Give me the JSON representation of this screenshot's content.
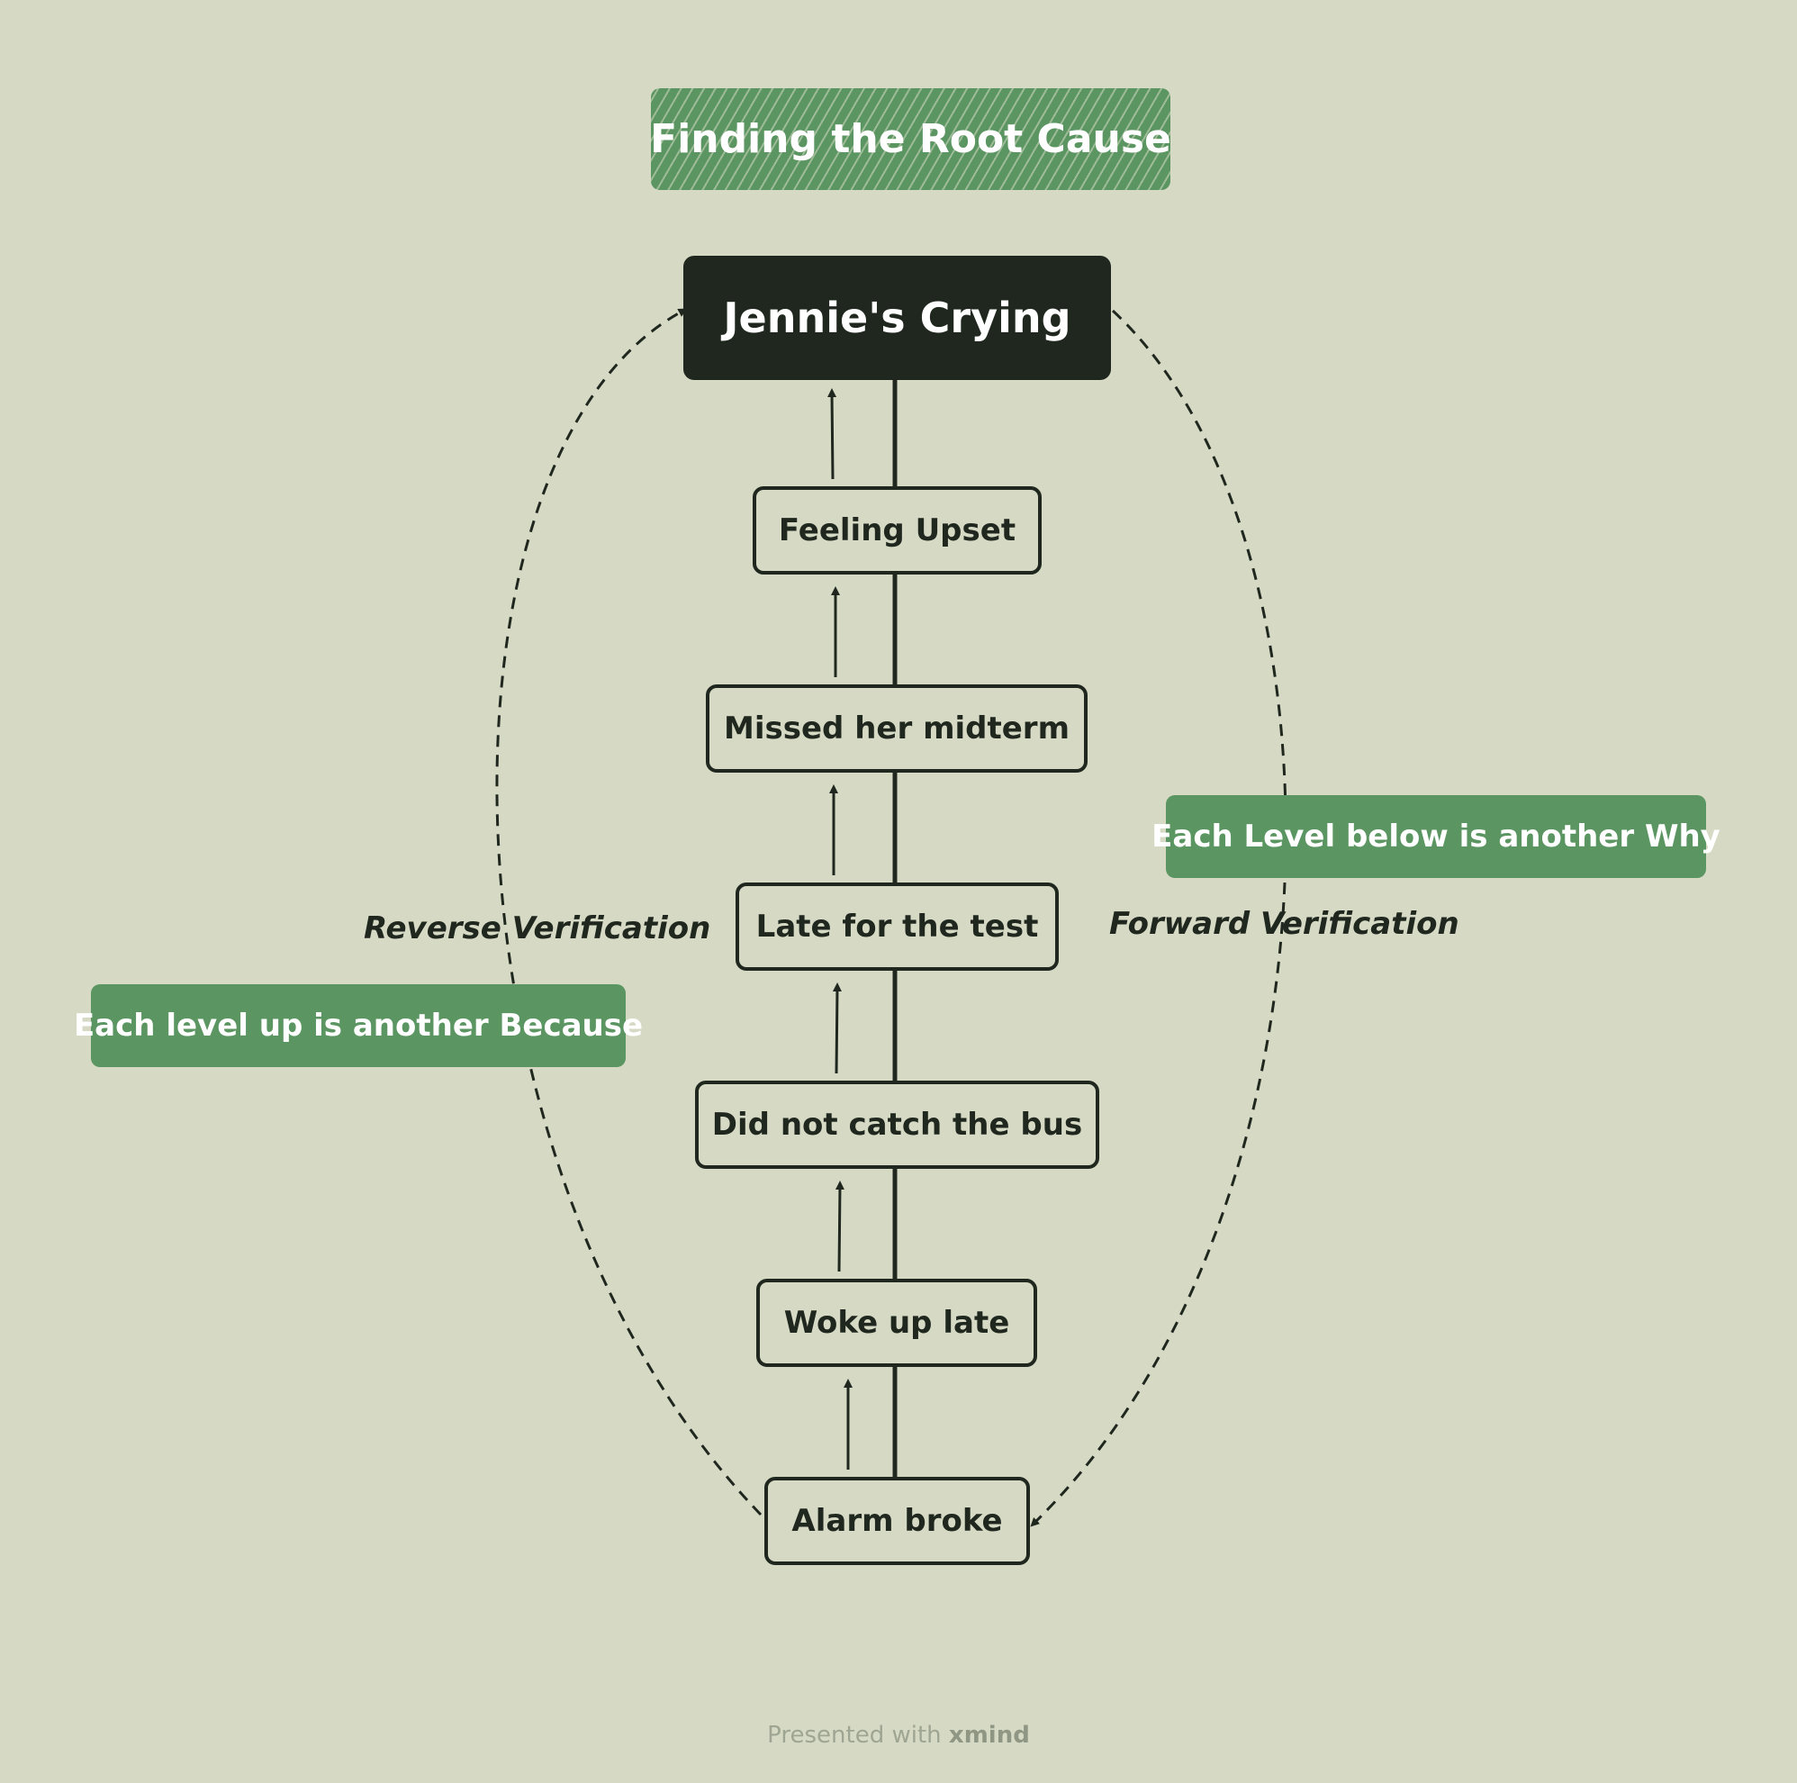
{
  "title": "Finding the Root Cause",
  "root": "Jennie's Crying",
  "chain": [
    "Feeling Upset",
    "Missed her midterm",
    "Late for the test",
    "Did not catch the bus",
    "Woke up late",
    "Alarm broke"
  ],
  "labels": {
    "reverse": "Reverse Verification",
    "forward": "Forward Verification"
  },
  "notes": {
    "left": "Each level up is another Because",
    "right": "Each Level below is another Why"
  },
  "footer": {
    "prefix": "Presented with ",
    "brand": "xmind"
  },
  "colors": {
    "background": "#d6dac5",
    "accent_green": "#5b9662",
    "dark": "#1f271e"
  }
}
